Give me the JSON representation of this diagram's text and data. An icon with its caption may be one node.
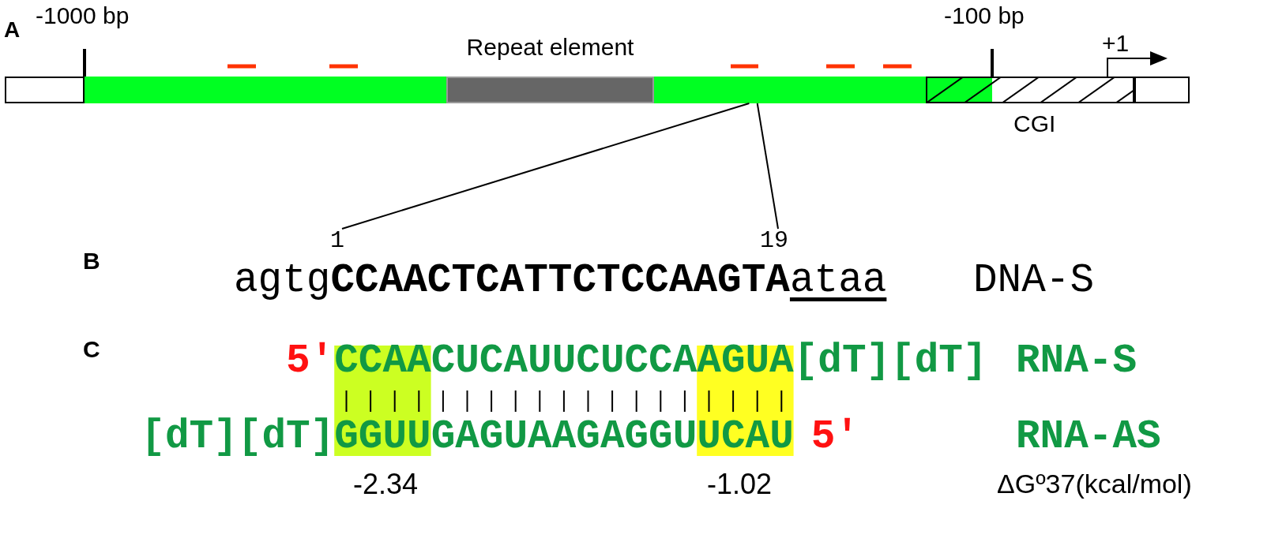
{
  "diagram": {
    "nodes": [
      {
        "text": [],
        "shape": "box"
      },
      {
        "text": [],
        "shape": "bar"
      },
      {
        "text": [
          "Repeat element"
        ]
      },
      {
        "text": [],
        "shape": "bar"
      },
      {
        "text": [
          "CGI"
        ]
      },
      {
        "text": [],
        "shape": "box"
      },
      {
        "text": [
          "1"
        ]
      },
      {
        "text": [
          "19"
        ]
      }
    ],
    "edges": [
      {
        "from": 6,
        "to": 3,
        "arrow": "none"
      },
      {
        "from": 7,
        "to": 3,
        "arrow": "none"
      }
    ],
    "labels": [
      "A",
      "-1000 bp",
      "-100 bp",
      "+1",
      "B",
      "agtg",
      "CCAACTCATTCTCCAAGTA",
      "ataa",
      "DNA-S",
      "C",
      "5′",
      "CCAA",
      "CUCAUUCUCCA",
      "AGUA",
      "[dT][dT]",
      "RNA-S",
      "[dT][dT]",
      "GGUU",
      "GAGUAAGAGGU",
      "UCAU",
      "5′",
      "RNA-AS",
      "-2.34",
      "-1.02",
      "ΔGº37(kcal/mol)"
    ]
  }
}
